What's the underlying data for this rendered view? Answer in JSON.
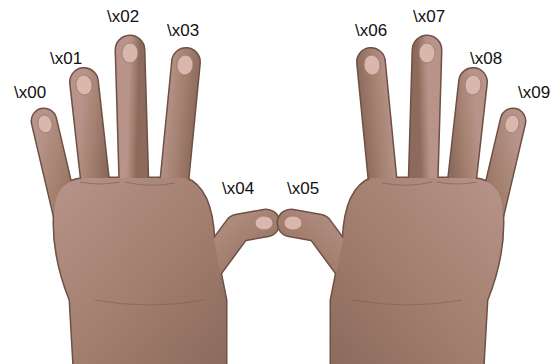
{
  "diagram": {
    "labels": [
      "\\x00",
      "\\x01",
      "\\x02",
      "\\x03",
      "\\x04",
      "\\x05",
      "\\x06",
      "\\x07",
      "\\x08",
      "\\x09"
    ]
  }
}
